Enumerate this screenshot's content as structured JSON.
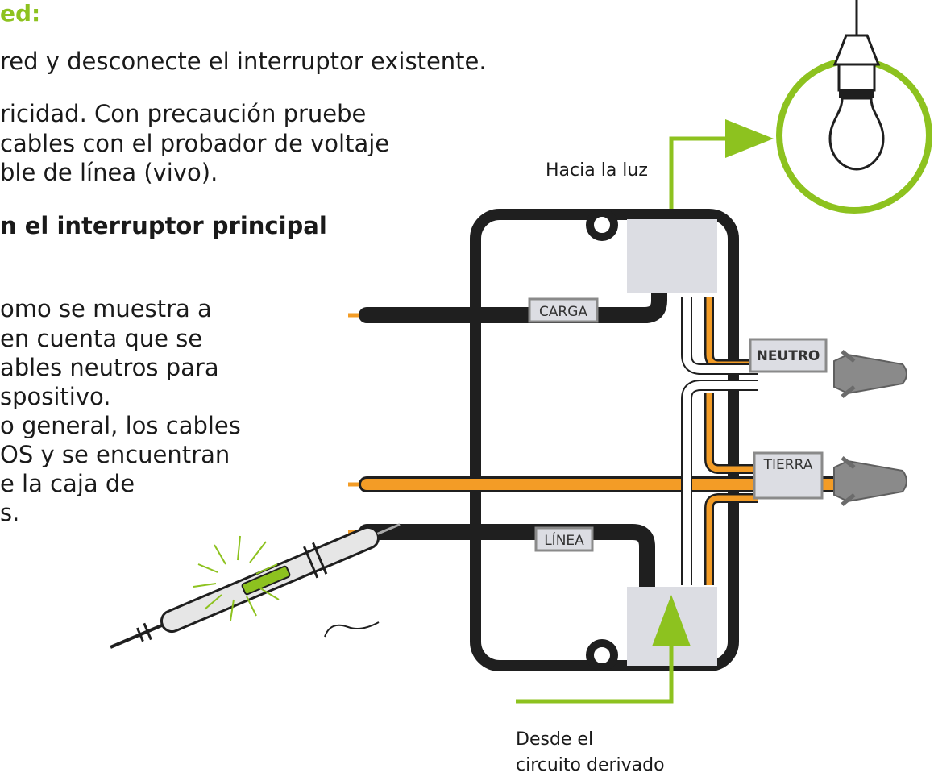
{
  "heading": "ed:",
  "lines": [
    "red y desconecte el interruptor existente.",
    "ricidad. Con precaución pruebe",
    " cables con el probador de voltaje",
    "ble de línea (vivo).",
    "n el interruptor principal",
    "omo se muestra a",
    " en cuenta que se",
    "ables neutros para",
    "spositivo.",
    "o general, los cables",
    "OS y se encuentran",
    "e la caja de",
    "s."
  ],
  "diagram": {
    "to_light": "Hacia la luz",
    "from_circuit_1": "Desde el",
    "from_circuit_2": "circuito derivado",
    "load": "CARGA",
    "neutral": "NEUTRO",
    "ground": "TIERRA",
    "line": "LÍNEA"
  },
  "colors": {
    "green": "#8dc21f",
    "orange": "#f39c26",
    "wire_black": "#1f1f1f",
    "box_gray": "#dcdde3",
    "connector_gray": "#8a8a8a"
  }
}
